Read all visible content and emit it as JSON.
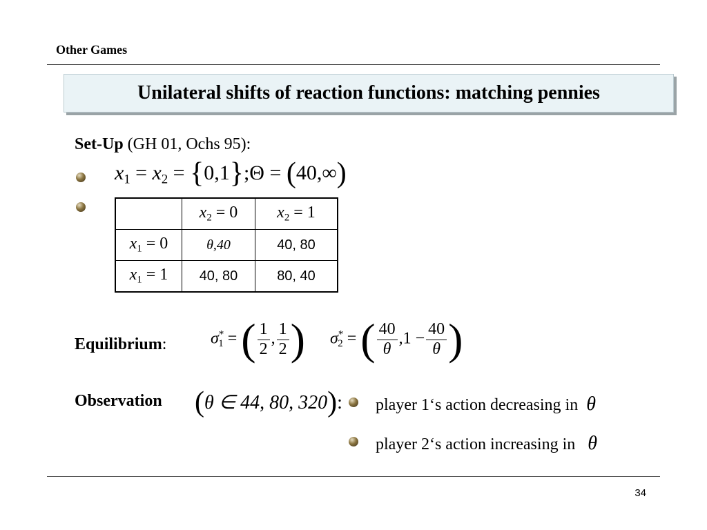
{
  "header": {
    "section": "Other Games"
  },
  "title": "Unilateral shifts of reaction functions: matching pennies",
  "setup": {
    "label": "Set-Up",
    "refs": " (GH 01, Ochs 95):",
    "strategy_sets": {
      "eq1": "=",
      "eq2": "=",
      "set": "0,1",
      "sep": ";",
      "Theta": "Θ",
      "eq3": "=",
      "interval": "40,∞"
    }
  },
  "payoff_table": {
    "col_headers": [
      {
        "var": "x",
        "sub": "2",
        "val": "= 0"
      },
      {
        "var": "x",
        "sub": "2",
        "val": "= 1"
      }
    ],
    "row_headers": [
      {
        "var": "x",
        "sub": "1",
        "val": "= 0"
      },
      {
        "var": "x",
        "sub": "1",
        "val": "= 1"
      }
    ],
    "cells": [
      [
        "θ,40",
        "40, 80"
      ],
      [
        "40, 80",
        "80, 40"
      ]
    ]
  },
  "equilibrium": {
    "label": "Equilibrium",
    "colon": ":",
    "sigma1": {
      "sym": "σ",
      "sub": "1",
      "sup": "*",
      "a_num": "1",
      "a_den": "2",
      "b_num": "1",
      "b_den": "2"
    },
    "sigma2": {
      "sym": "σ",
      "sub": "2",
      "sup": "*",
      "a_num": "40",
      "a_den": "θ",
      "one_minus": ",1 −",
      "b_num": "40",
      "b_den": "θ"
    }
  },
  "observation": {
    "label": "Observation",
    "condition": "θ ∈ 44, 80, 320",
    "colon": ":",
    "items": [
      {
        "text": "player 1‘s action decreasing in",
        "sym": "θ"
      },
      {
        "text": "player 2‘s action increasing in",
        "sym": "θ"
      }
    ]
  },
  "footer": {
    "page": "34"
  }
}
